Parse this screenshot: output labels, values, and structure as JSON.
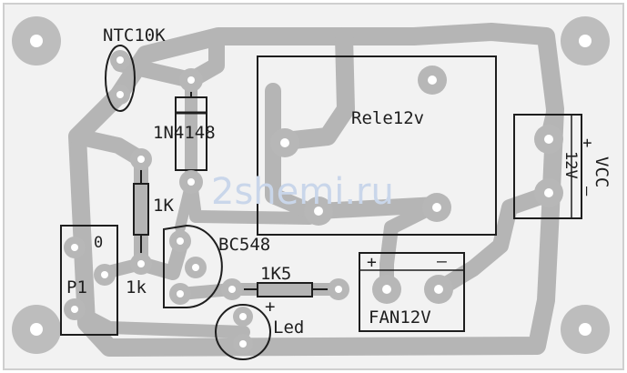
{
  "board": {
    "background": "#f2f2f2",
    "trace_color": "#b5b5b5",
    "silk_color": "#1e1e1e"
  },
  "labels": {
    "ntc": "NTC10K",
    "diode": "1N4148",
    "relay": "Rele12v",
    "resistor_1k": "1K",
    "transistor": "BC548",
    "pot_label": "P1",
    "pot_marker": "0",
    "resistor_1k_lower": "1k",
    "resistor_1k5": "1K5",
    "led_plus": "+",
    "led": "Led",
    "fan_plus": "+",
    "fan_minus": "–",
    "fan": "FAN12V",
    "supply_plus": "+",
    "supply_voltage": "12V",
    "supply_minus": "–",
    "supply_vcc": "VCC"
  },
  "watermark": "2shemi.ru"
}
